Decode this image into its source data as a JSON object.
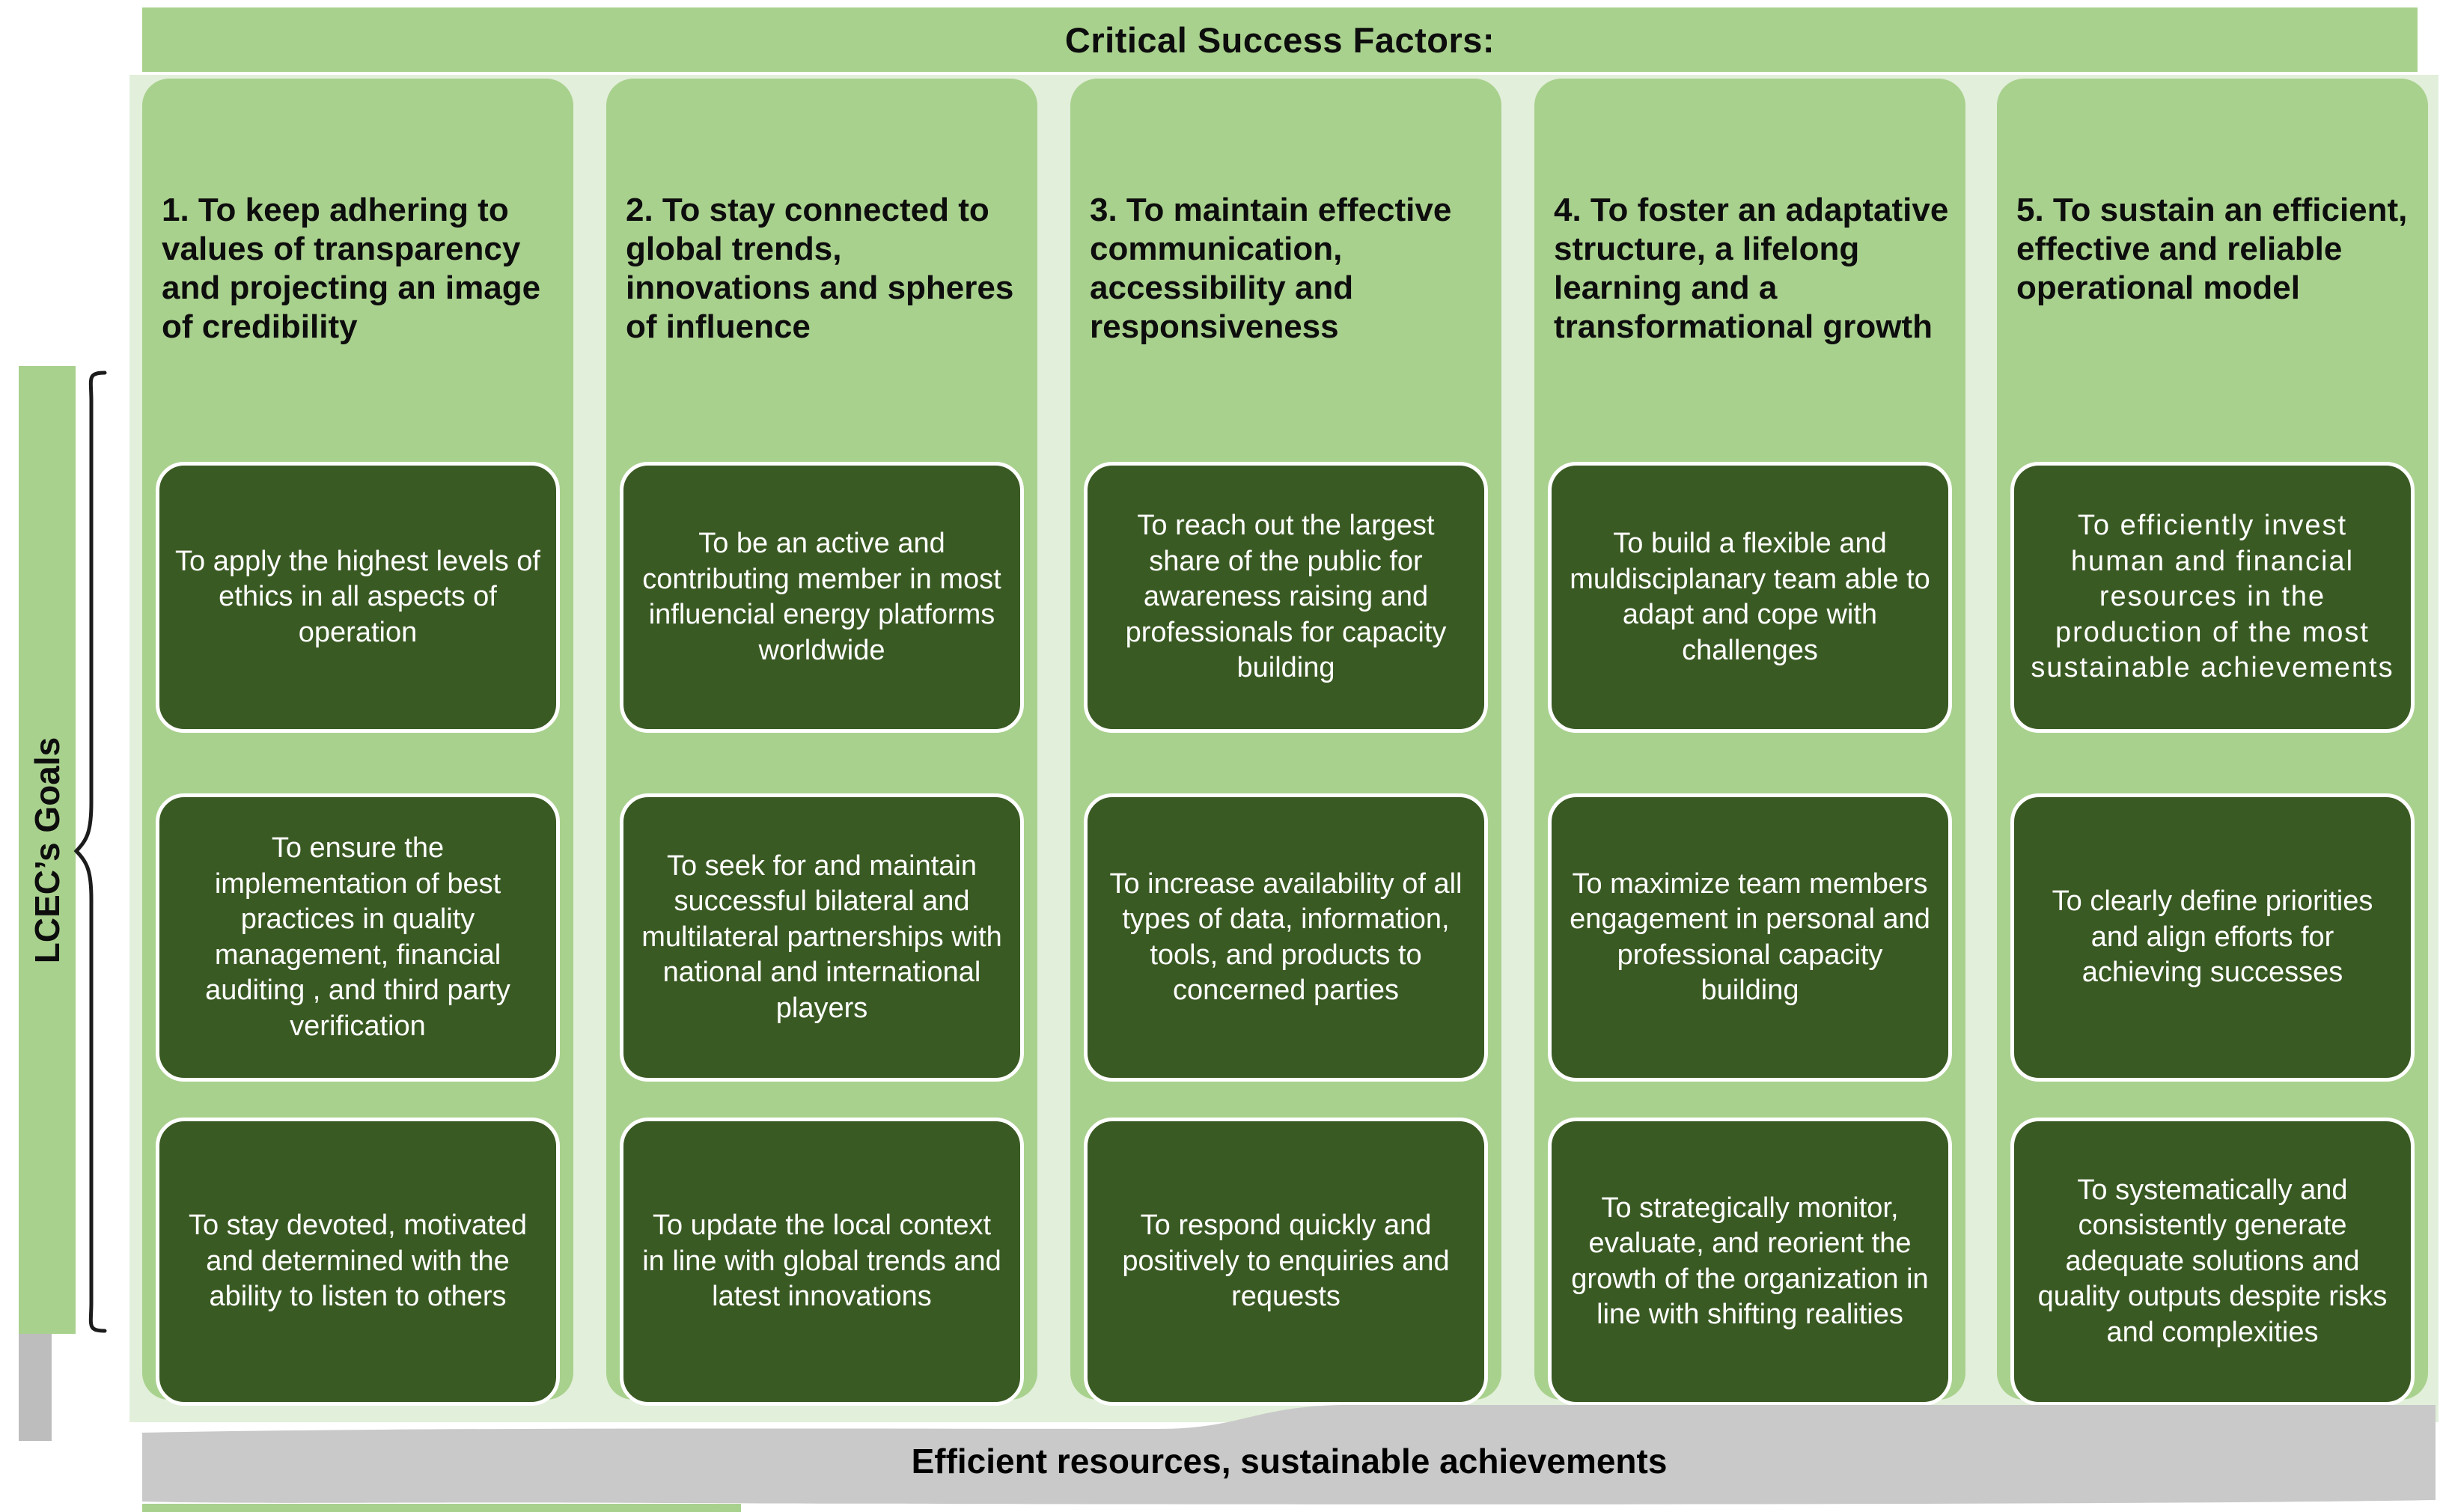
{
  "banner": {
    "title": "Critical Success Factors:"
  },
  "side": {
    "label": "LCEC’s Goals"
  },
  "ribbon": {
    "text": "Efficient resources, sustainable achievements"
  },
  "columns": [
    {
      "header": "1. To keep adhering to values of transparency and projecting an image of credibility",
      "goals": [
        "To apply the highest levels of ethics in all aspects of operation",
        "To ensure the implementation of best practices in quality management, financial auditing , and third party verification",
        "To stay devoted, motivated and determined with the ability to listen to others"
      ]
    },
    {
      "header": "2. To stay connected to global trends, innovations and spheres of influence",
      "goals": [
        "To be an active and contributing member in most influencial energy platforms worldwide",
        "To seek for and maintain successful bilateral and multilateral partnerships with national and international players",
        "To update the local context in line with global trends and latest innovations"
      ]
    },
    {
      "header": "3.  To maintain effective communication, accessibility and responsiveness",
      "goals": [
        "To reach out the largest share of the public for awareness raising and professionals for capacity building",
        "To increase availability of all types of data, information, tools, and products to concerned parties",
        "To respond quickly and positively to enquiries and requests"
      ]
    },
    {
      "header": "4. To foster an adaptative structure, a lifelong learning and a transformational growth",
      "goals": [
        "To build a flexible and muldisciplanary team able to adapt and cope with challenges",
        "To maximize team members engagement in personal and professional capacity building",
        "To strategically monitor, evaluate, and reorient the growth of the organization in line with shifting realities"
      ]
    },
    {
      "header": "5. To sustain an efficient, effective and reliable operational model",
      "goals": [
        "To efficiently invest human and financial resources in the production of the most sustainable achievements",
        "To clearly define priorities and align efforts for achieving successes",
        "To systematically and consistently generate adequate solutions and quality outputs despite risks and complexities"
      ]
    }
  ],
  "colors": {
    "light_green": "#a9d18e",
    "pale_green": "#e2efda",
    "dark_green": "#3a5a23",
    "ribbon_gray": "#c9c9c9",
    "box_text": "#ffffff"
  }
}
